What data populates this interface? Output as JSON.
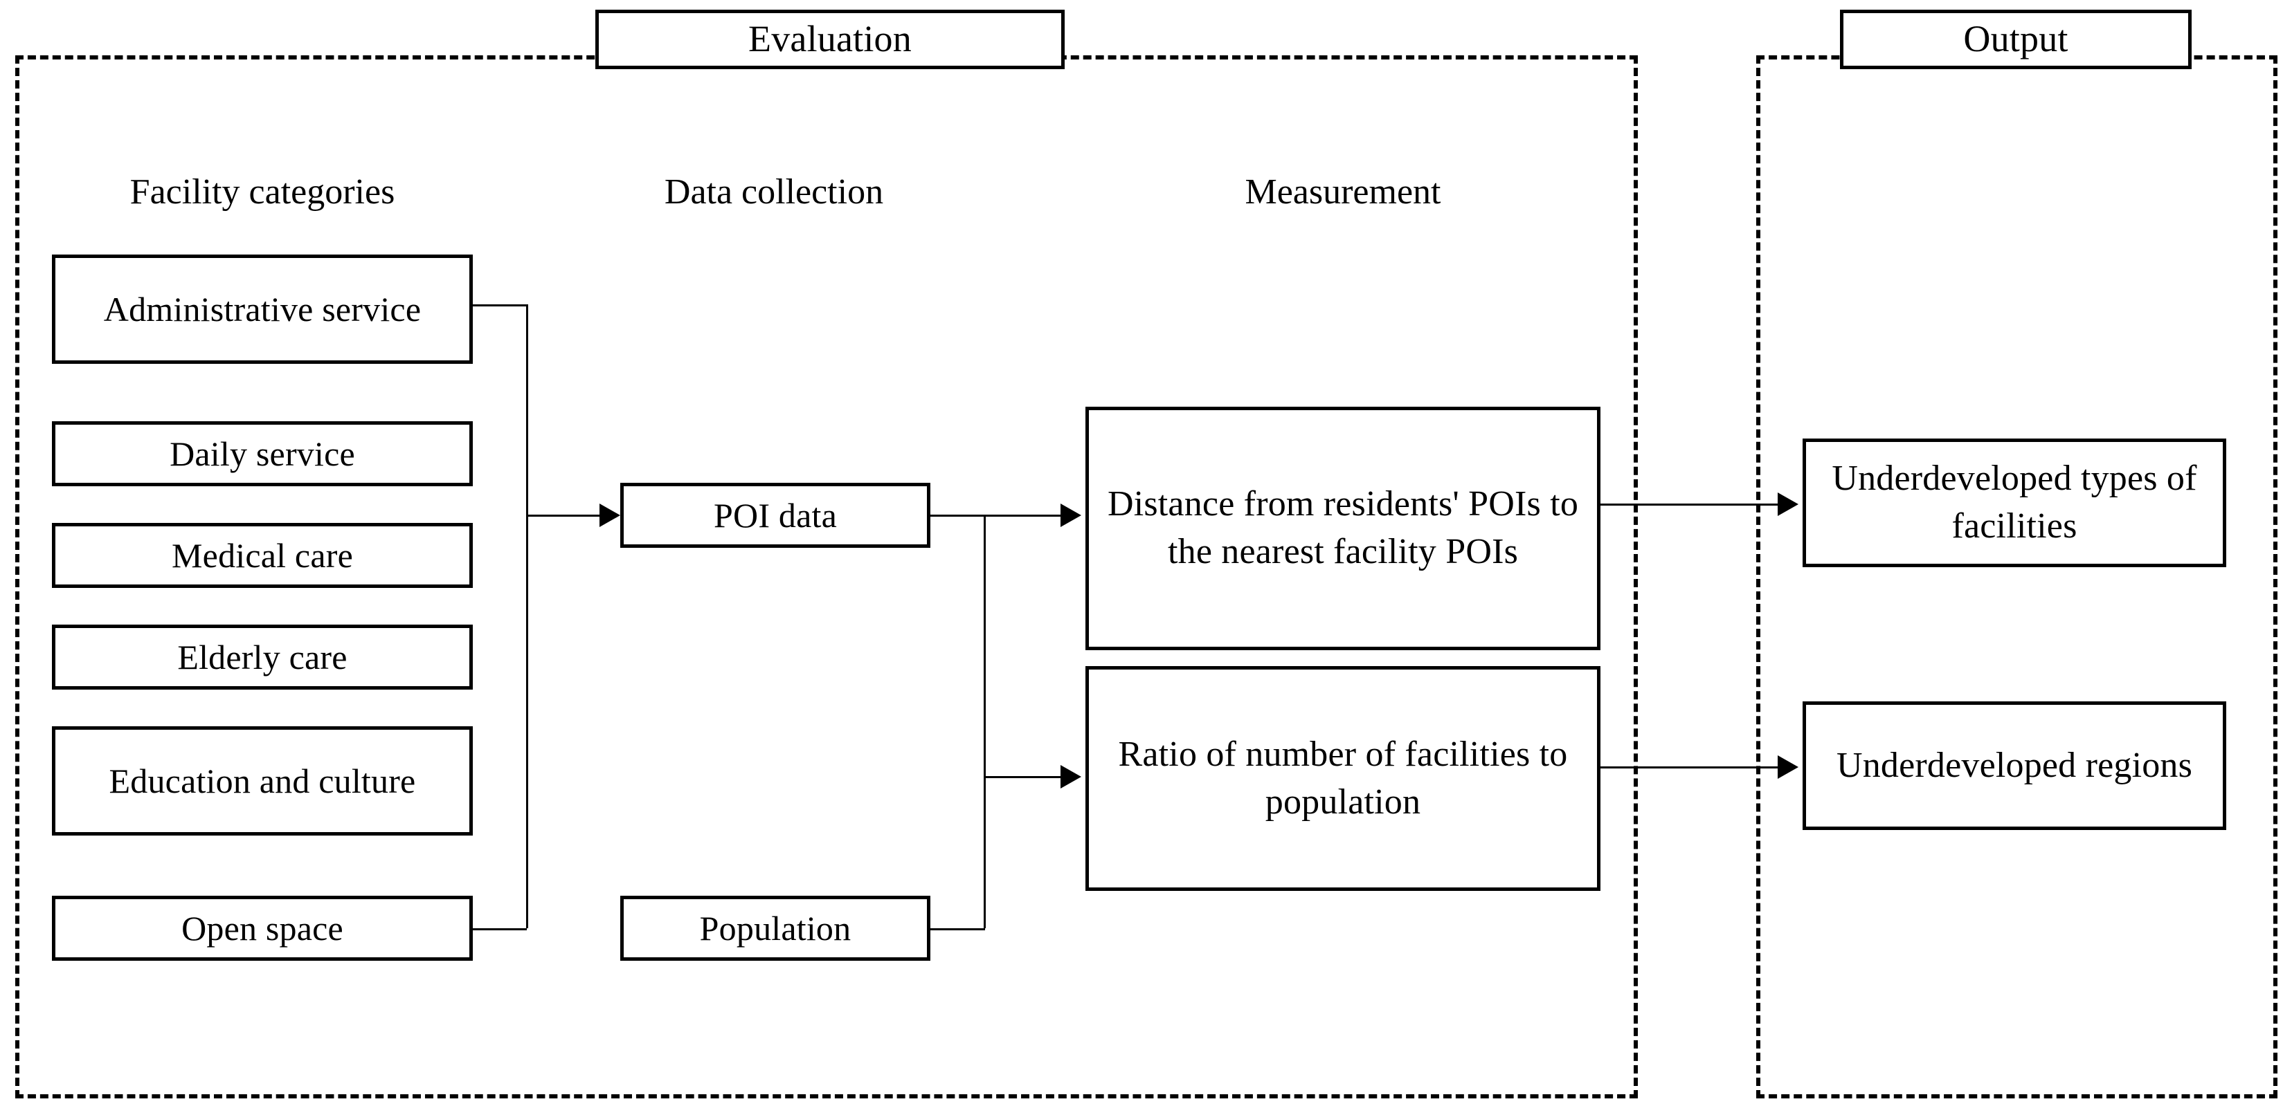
{
  "diagram": {
    "groups": [
      {
        "id": "evaluation",
        "title": "Evaluation"
      },
      {
        "id": "output",
        "title": "Output"
      }
    ],
    "columns": [
      {
        "id": "facility-categories",
        "caption": "Facility categories"
      },
      {
        "id": "data-collection",
        "caption": "Data collection"
      },
      {
        "id": "measurement",
        "caption": "Measurement"
      }
    ],
    "facility_categories": [
      {
        "label": "Administrative service"
      },
      {
        "label": "Daily service"
      },
      {
        "label": "Medical care"
      },
      {
        "label": "Elderly care"
      },
      {
        "label": "Education and culture"
      },
      {
        "label": "Open space"
      }
    ],
    "data_collection": [
      {
        "label": "POI data"
      },
      {
        "label": "Population"
      }
    ],
    "measurement": [
      {
        "label": "Distance from residents' POIs to the nearest facility POIs"
      },
      {
        "label": "Ratio of number of facilities to population"
      }
    ],
    "output": [
      {
        "label": "Underdeveloped types of facilities"
      },
      {
        "label": "Underdeveloped regions"
      }
    ],
    "colors": {
      "stroke": "#000000",
      "background": "#ffffff"
    }
  }
}
